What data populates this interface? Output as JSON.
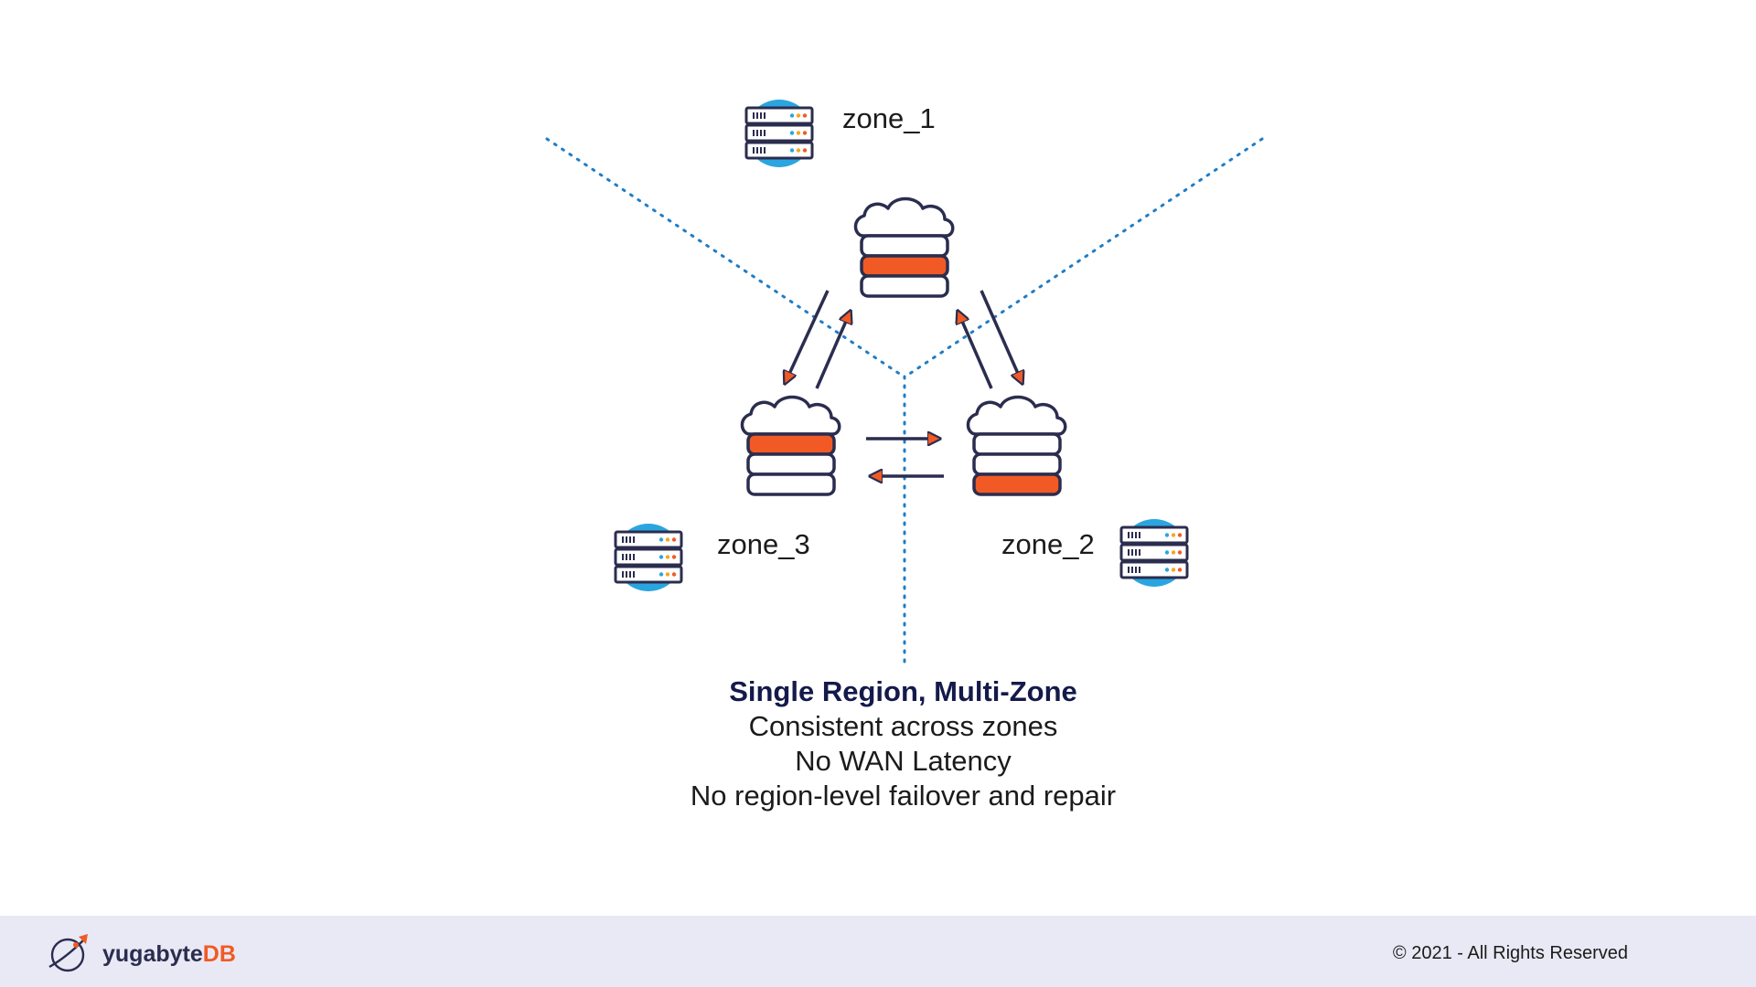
{
  "zones": [
    {
      "label": "zone_1"
    },
    {
      "label": "zone_2"
    },
    {
      "label": "zone_3"
    }
  ],
  "caption": {
    "title": "Single Region, Multi-Zone",
    "lines": [
      "Consistent across zones",
      "No WAN Latency",
      "No region-level failover and repair"
    ]
  },
  "footer": {
    "brand_main": "yugabyte",
    "brand_suffix": "DB",
    "copyright": "© 2021 - All Rights Reserved"
  },
  "colors": {
    "navy": "#2b2d4f",
    "orange": "#f15a24",
    "blue": "#2aa5df",
    "dotted": "#1f7dc6",
    "footer_bg": "#e9e9f5"
  },
  "icons": [
    "server-icon",
    "database-cloud-icon",
    "arrow-icon",
    "yugabyte-logo-icon"
  ]
}
